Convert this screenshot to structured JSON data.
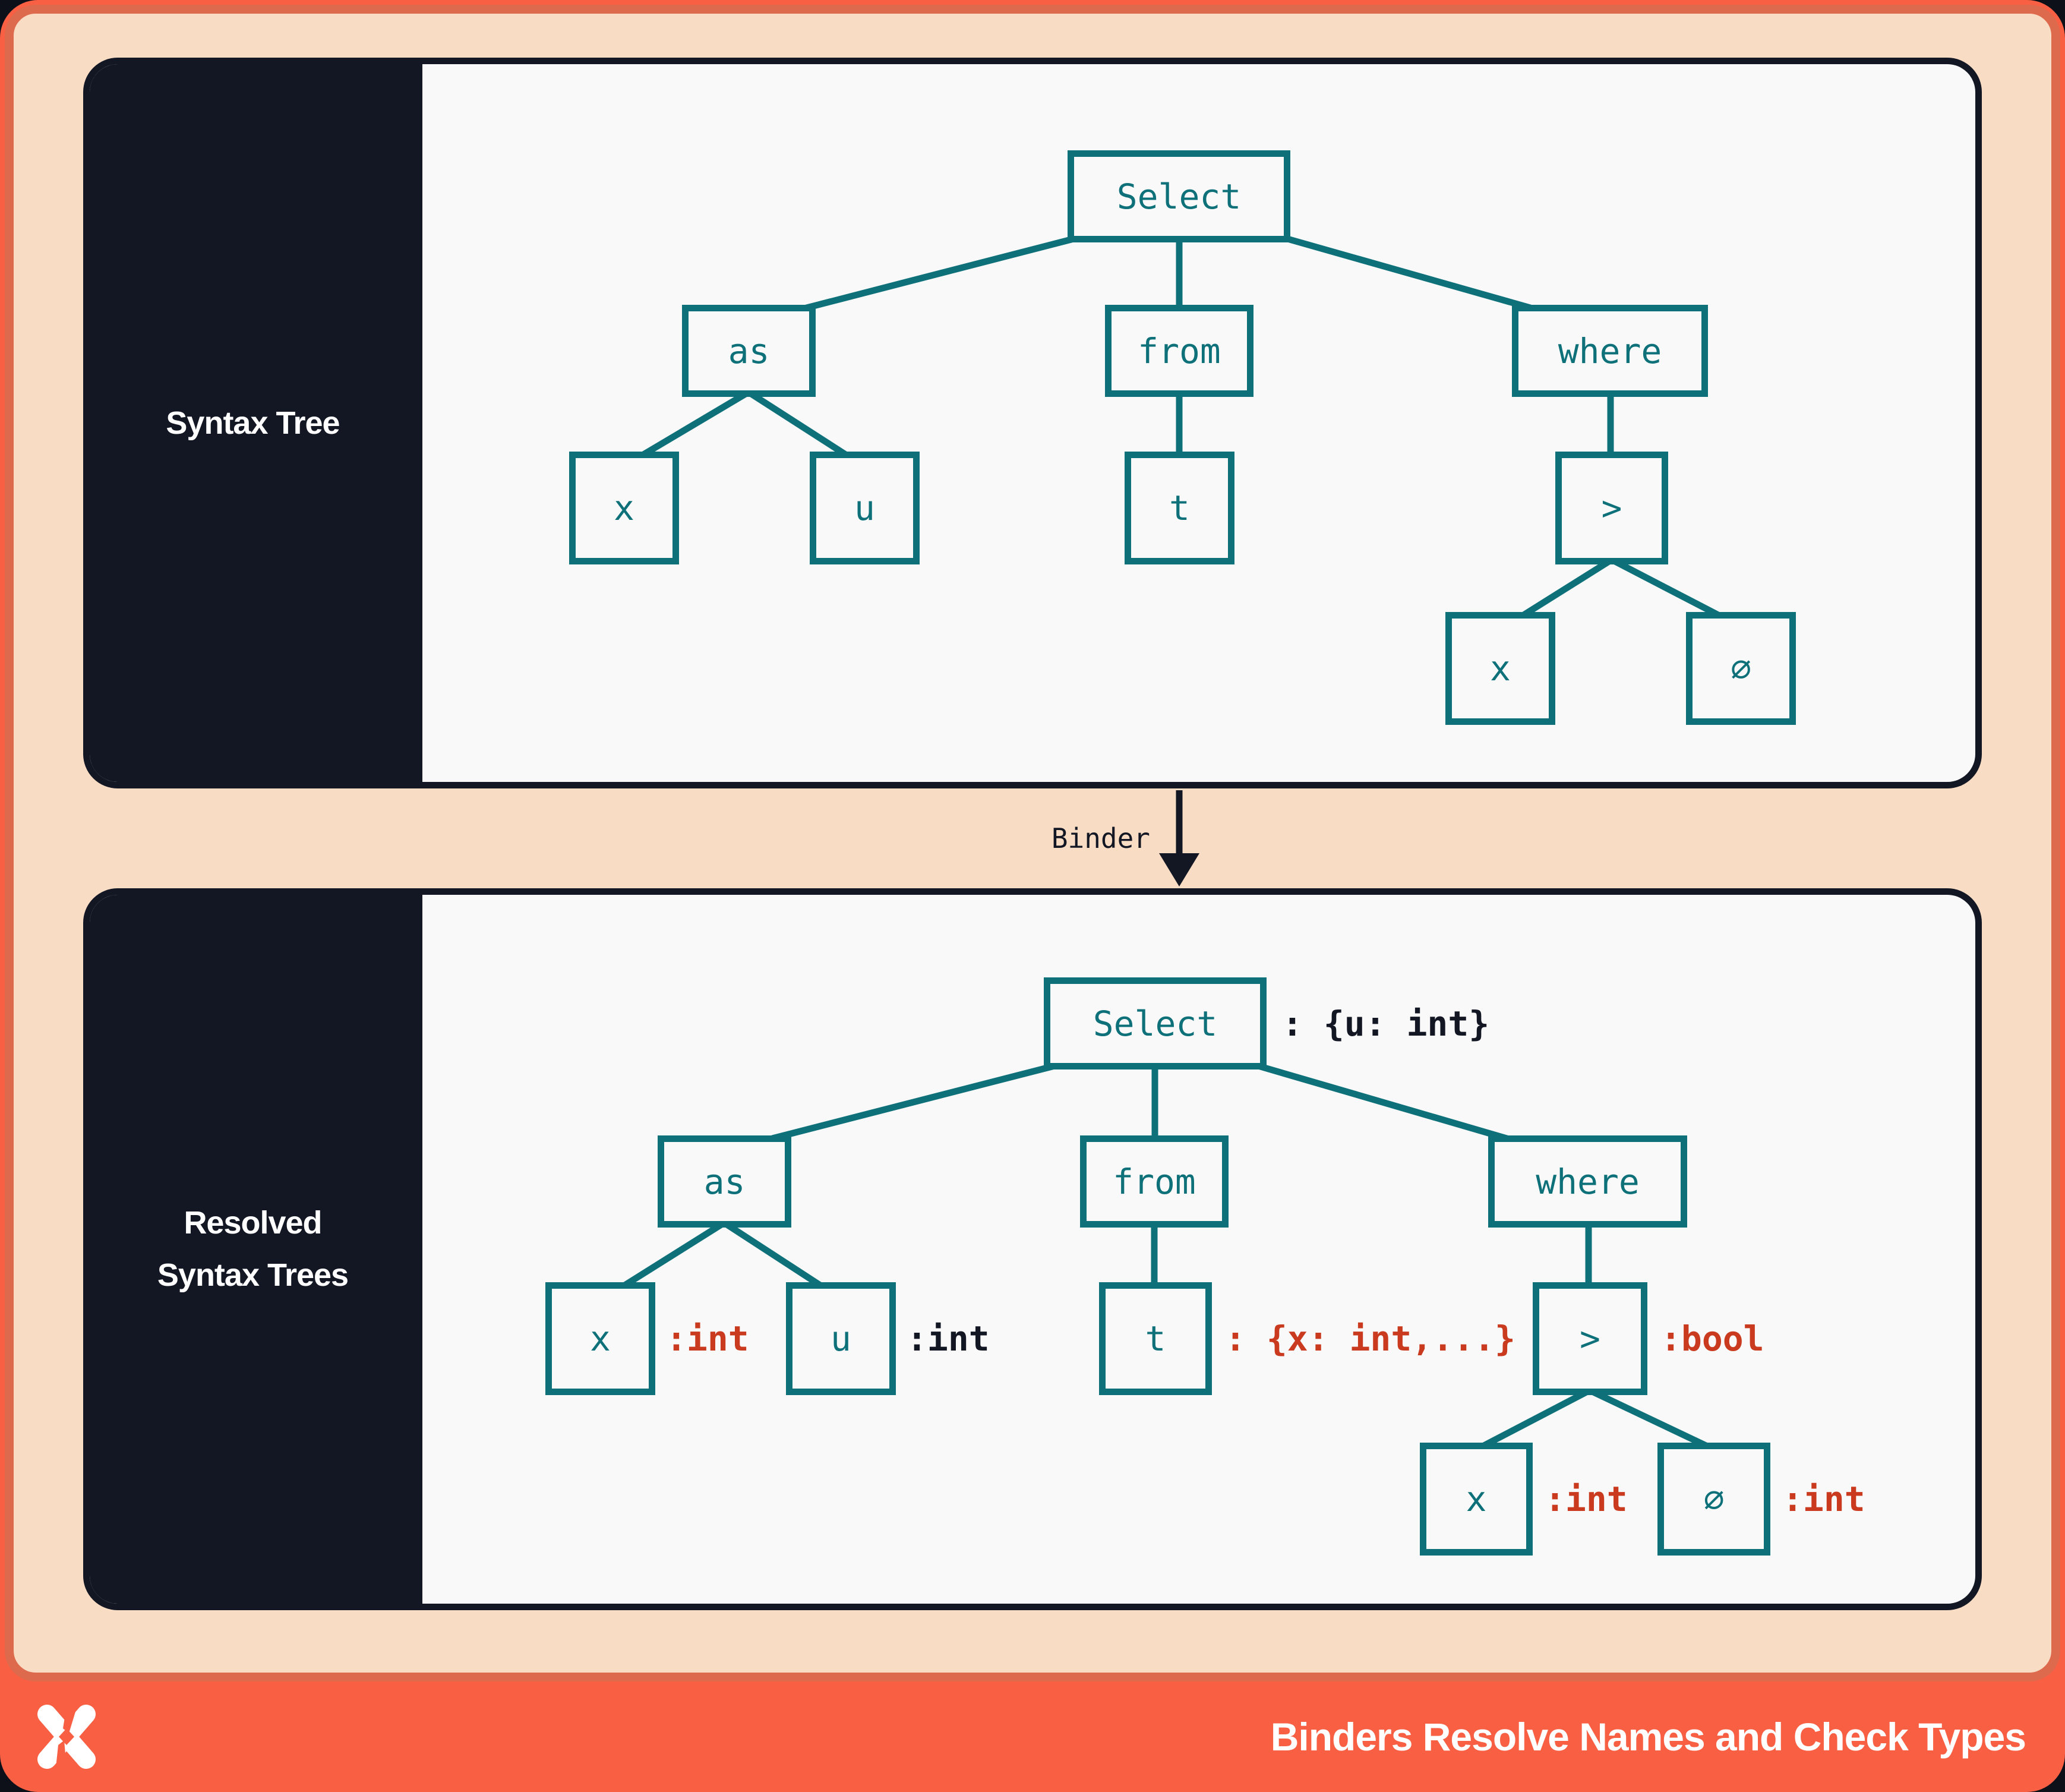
{
  "panels": {
    "syntax": {
      "label": "Syntax Tree"
    },
    "resolved": {
      "label_line1": "Resolved",
      "label_line2": "Syntax Trees"
    }
  },
  "top_tree": {
    "select": "Select",
    "as": "as",
    "from": "from",
    "where": "where",
    "x1": "x",
    "u": "u",
    "t": "t",
    "gt": ">",
    "x2": "x",
    "zero": "∅"
  },
  "bottom_tree": {
    "select": "Select",
    "as": "as",
    "from": "from",
    "where": "where",
    "x1": "x",
    "u": "u",
    "t": "t",
    "gt": ">",
    "x2": "x",
    "zero": "∅",
    "select_type": ": {u: int}",
    "x1_type": ":int",
    "u_type": ":int",
    "t_type": ": {x: int,...}",
    "gt_type": ":bool",
    "x2_type": ":int",
    "zero_type": ":int"
  },
  "binder": {
    "label": "Binder"
  },
  "footer": {
    "title": "Binders Resolve Names and Check Types",
    "logo": "x-logo"
  },
  "colors": {
    "teal": "#0e717a",
    "red": "#c93a1e",
    "navy": "#131724",
    "peach": "#f8dcc4",
    "orange_bright": "#f85f43",
    "orange_border": "#de6a4e",
    "panel_bg": "#f9f9f9"
  }
}
